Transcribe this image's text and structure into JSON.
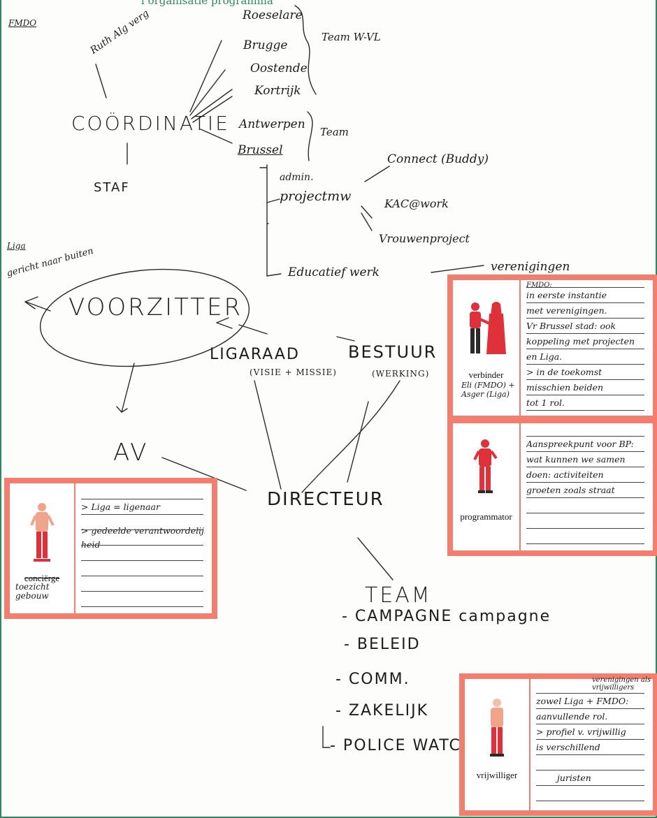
{
  "header": {
    "top_caption": "l organisatie programma",
    "corner": "FMDO"
  },
  "diagram": {
    "coordinatie": "COÖRDINATIE",
    "staf": "STAF",
    "ruth": "Ruth Alg verg",
    "cities_west": [
      "Roeselare",
      "Brugge",
      "Oostende",
      "Kortrijk"
    ],
    "team_west": "Team W-VL",
    "cities_center": [
      "Antwerpen",
      "Brussel"
    ],
    "team_center": "Team",
    "admin": "admin.",
    "projectmw": "projectmw",
    "connect": "Connect (Buddy)",
    "kacwonk": "KAC@work",
    "vrouwenproject": "Vrouwenproject",
    "educatief": "Educatief werk",
    "verenigingen": "verenigingen",
    "liga_note_1": "Liga",
    "liga_note_2": "gericht naar buiten",
    "voorzitter": "VOORZITTER",
    "ligaraad": "LIGARAAD",
    "ligaraad_sub": "(VISIE + MISSIE)",
    "bestuur": "BESTUUR",
    "bestuur_sub": "(WERKING)",
    "av": "AV",
    "directeur": "DIRECTEUR",
    "team": "TEAM",
    "team_items": [
      "- CAMPAGNE campagne",
      "- BELEID",
      "- COMM.",
      "- ZAKELIJK",
      "- POLICE WATCH"
    ]
  },
  "cards": {
    "verbinder": {
      "role": "verbinder",
      "extra": "Eli (FMDO) + Asger (Liga)",
      "notes": [
        "FMDO:",
        "in eerste instantie",
        "met verenigingen.",
        "Vr Brussel stad: ook",
        "koppeling met projecten",
        "en Liga.",
        "> in de toekomst",
        "misschien beiden",
        "tot 1 rol."
      ]
    },
    "programmator": {
      "role": "programmator",
      "notes": [
        "Aanspreekpunt voor BP:",
        "wat kunnen we samen",
        "doen: activiteiten",
        "groeten zoals straat"
      ]
    },
    "conciërge": {
      "role": "conciërge",
      "role_alt": "toezicht gebouw",
      "notes": [
        "> Liga = ligenaar",
        "> gedeelde verantwoordelijk-",
        "heid"
      ]
    },
    "vrijwilliger": {
      "role": "vrijwilliger",
      "top_note": "verenigingen als vrijwilligers",
      "notes": [
        "zowel Liga + FMDO:",
        "aanvullende rol.",
        "> profiel v. vrijwillig",
        "is verschillend",
        "",
        "juristen"
      ]
    }
  },
  "colors": {
    "accent": "#f47e6e",
    "frame": "#2c8a60",
    "figure": "#e0303a"
  }
}
